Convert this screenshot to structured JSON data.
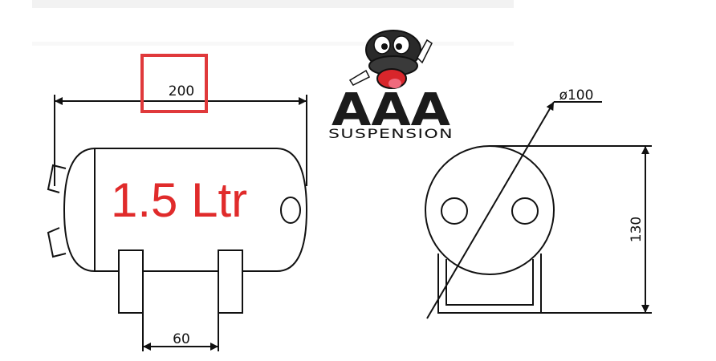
{
  "dimensions": {
    "length": "200",
    "foot_spacing": "60",
    "diameter": "ø100",
    "height": "130"
  },
  "volume_label": "1.5 Ltr",
  "logo": {
    "letters": "AAA",
    "tagline": "SUSPENSION"
  },
  "colors": {
    "highlight": "#e0393b",
    "volume_text": "#e02b2b",
    "line": "#111111"
  }
}
